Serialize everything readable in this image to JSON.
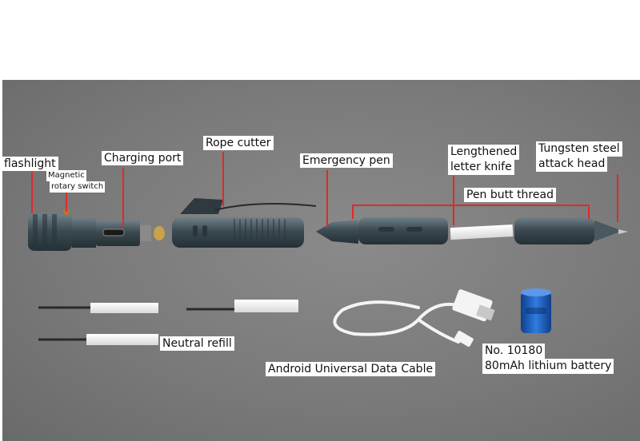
{
  "labels": {
    "flashlight": "flashlight",
    "magnetic_line1": "Magnetic",
    "magnetic_line2": "rotary switch",
    "charging_port": "Charging port",
    "rope_cutter": "Rope cutter",
    "emergency_pen": "Emergency pen",
    "letter_knife_line1": "Lengthened",
    "letter_knife_line2": "letter knife",
    "tungsten_line1": "Tungsten steel",
    "tungsten_line2": "attack head",
    "pen_butt_thread": "Pen butt thread",
    "neutral_refill": "Neutral refill",
    "data_cable": "Android Universal Data Cable",
    "battery_line1": "No. 10180",
    "battery_line2": "80mAh lithium battery"
  },
  "colors": {
    "background": "#7a7a7a",
    "leader_lines": "#e0292b",
    "pen_body": "#4a5a62",
    "battery": "#1e5fb8"
  }
}
